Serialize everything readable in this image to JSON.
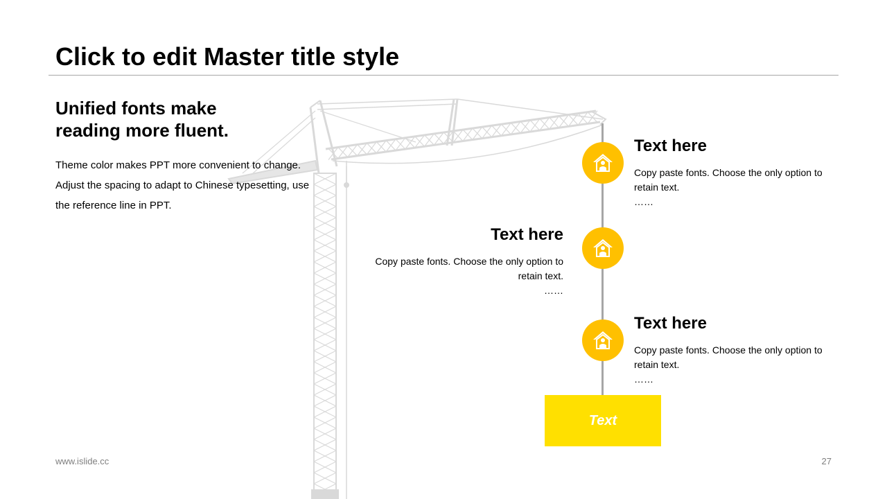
{
  "slide": {
    "title": "Click to edit Master title style",
    "subtitle": "Unified fonts make reading more fluent.",
    "body_lines": [
      "Theme color makes PPT more convenient to change.",
      "Adjust the spacing to adapt to Chinese typesetting, use",
      "the reference line in PPT."
    ]
  },
  "timeline": {
    "items": [
      {
        "title": "Text here",
        "desc": "Copy paste fonts. Choose the only option to retain text.",
        "dots": "……",
        "icon": "house-person-icon"
      },
      {
        "title": "Text here",
        "desc": "Copy paste fonts. Choose the only option to retain text.",
        "dots": "……",
        "icon": "house-person-icon"
      },
      {
        "title": "Text here",
        "desc": "Copy paste fonts. Choose the only option to retain text.",
        "dots": "……",
        "icon": "house-person-icon"
      }
    ],
    "box_label": "Text"
  },
  "footer": {
    "url": "www.islide.cc",
    "page": "27"
  },
  "colors": {
    "accent": "#ffc000",
    "box": "#ffe000",
    "crane": "#d9d9d9",
    "rule": "#a6a6a6"
  }
}
